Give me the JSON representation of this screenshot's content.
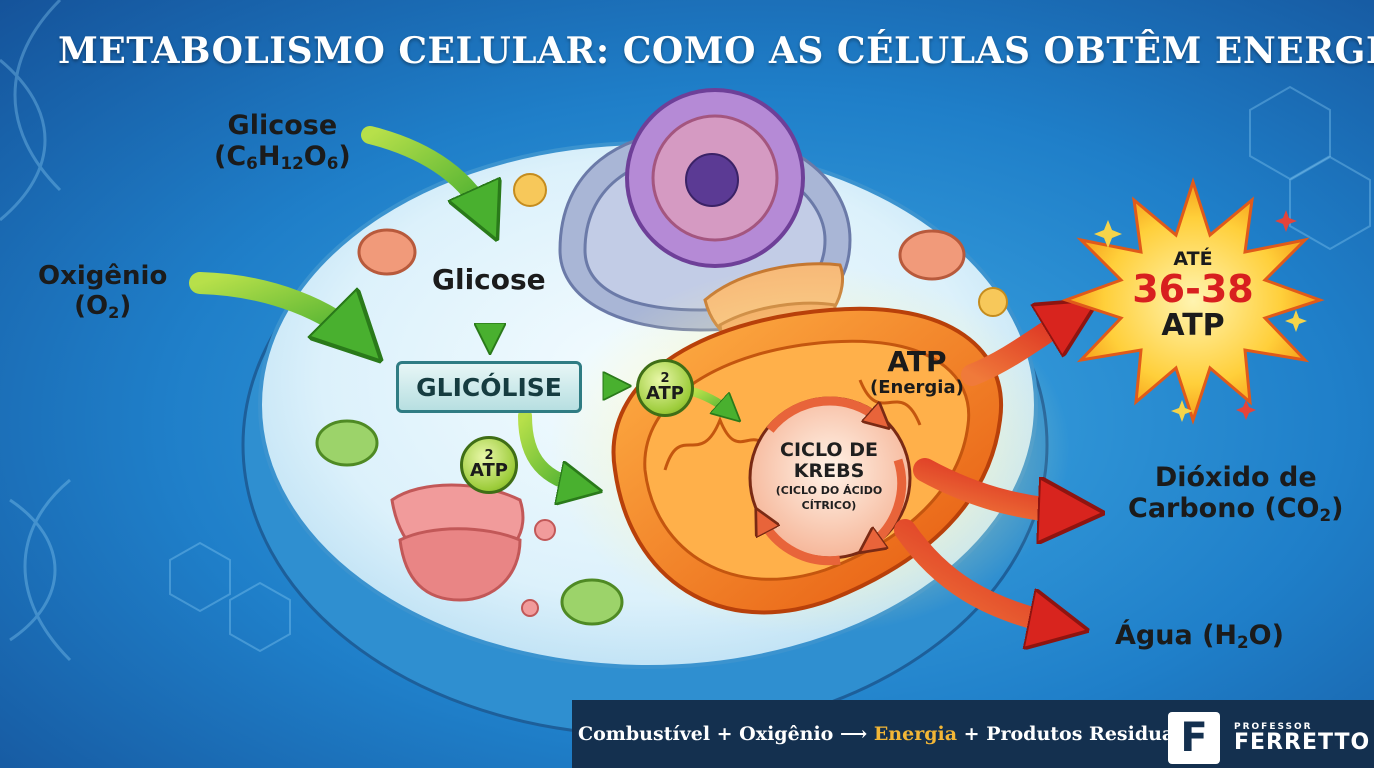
{
  "title": "METABOLISMO CELULAR: COMO AS CÉLULAS OBTÊM ENERGIA",
  "inputs": {
    "glicose_name": "Glicose",
    "glicose_formula": [
      "C",
      "6",
      "H",
      "12",
      "O",
      "6"
    ],
    "oxigenio_name": "Oxigênio",
    "oxigenio_formula": [
      "O",
      "2"
    ]
  },
  "glicose_label": "Glicose",
  "glicolise_label": "GLICÓLISE",
  "atp_badges": [
    {
      "count": "2",
      "unit": "ATP"
    },
    {
      "count": "2",
      "unit": "ATP"
    }
  ],
  "krebs": {
    "title_line1": "CICLO DE",
    "title_line2": "KREBS",
    "subtitle_line1": "(CICLO DO ÁCIDO",
    "subtitle_line2": "CÍTRICO)"
  },
  "atp_energy": {
    "label": "ATP",
    "sub": "(Energia)"
  },
  "yield": {
    "prefix": "ATÉ",
    "range": "36-38",
    "unit": "ATP"
  },
  "outputs": {
    "co2_line1": "Dióxido de",
    "co2_line2": "Carbono (CO",
    "co2_sub": "2",
    "co2_close": ")",
    "h2o_prefix": "Água (H",
    "h2o_sub": "2",
    "h2o_suffix": "O)"
  },
  "equation": {
    "part1": "Combustível + Oxigênio ⟶ ",
    "highlight": "Energia",
    "part2": " + Produtos Residuais"
  },
  "logo": {
    "letter": "F",
    "tagline": "PROFESSOR",
    "name": "FERRETTO"
  },
  "colors": {
    "background": "#1f7fc9",
    "green_arrow": "#6cc531",
    "red_arrow": "#e23a2a",
    "mitochondria": "#f07a14",
    "nucleus": "#9b6bc4",
    "atp_badge": "#9ccc3a",
    "highlight": "#f2b636",
    "bar": "#14304f"
  }
}
